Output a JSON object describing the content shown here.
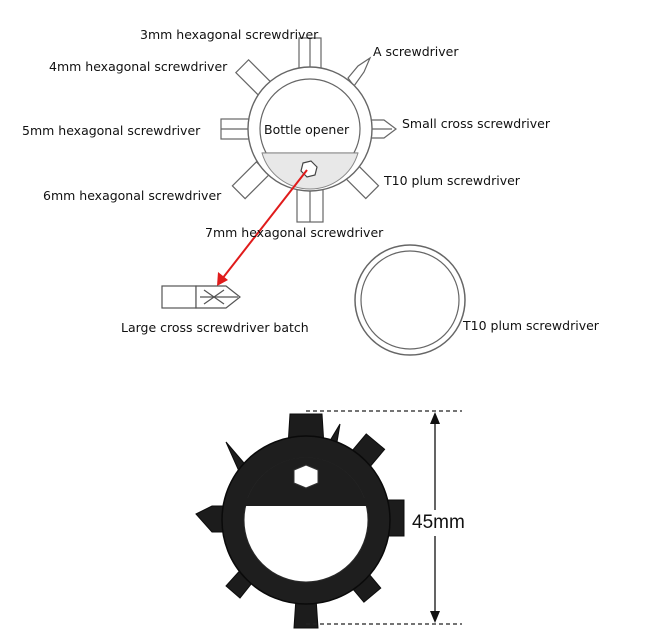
{
  "labels": {
    "hex3": "3mm hexagonal screwdriver",
    "a_screwdriver": "A screwdriver",
    "hex4": "4mm hexagonal screwdriver",
    "hex5": "5mm hexagonal screwdriver",
    "bottle_opener": "Bottle opener",
    "small_cross": "Small cross screwdriver",
    "hex6": "6mm hexagonal screwdriver",
    "t10_plum_top": "T10 plum screwdriver",
    "hex7": "7mm hexagonal screwdriver",
    "large_cross": "Large cross screwdriver batch",
    "t10_plum_ring": "T10 plum screwdriver"
  },
  "dimension": {
    "value": "45mm"
  },
  "colors": {
    "arrow": "#e01b1b",
    "outline": "#666666",
    "tool_body": "#1a1a1a"
  }
}
